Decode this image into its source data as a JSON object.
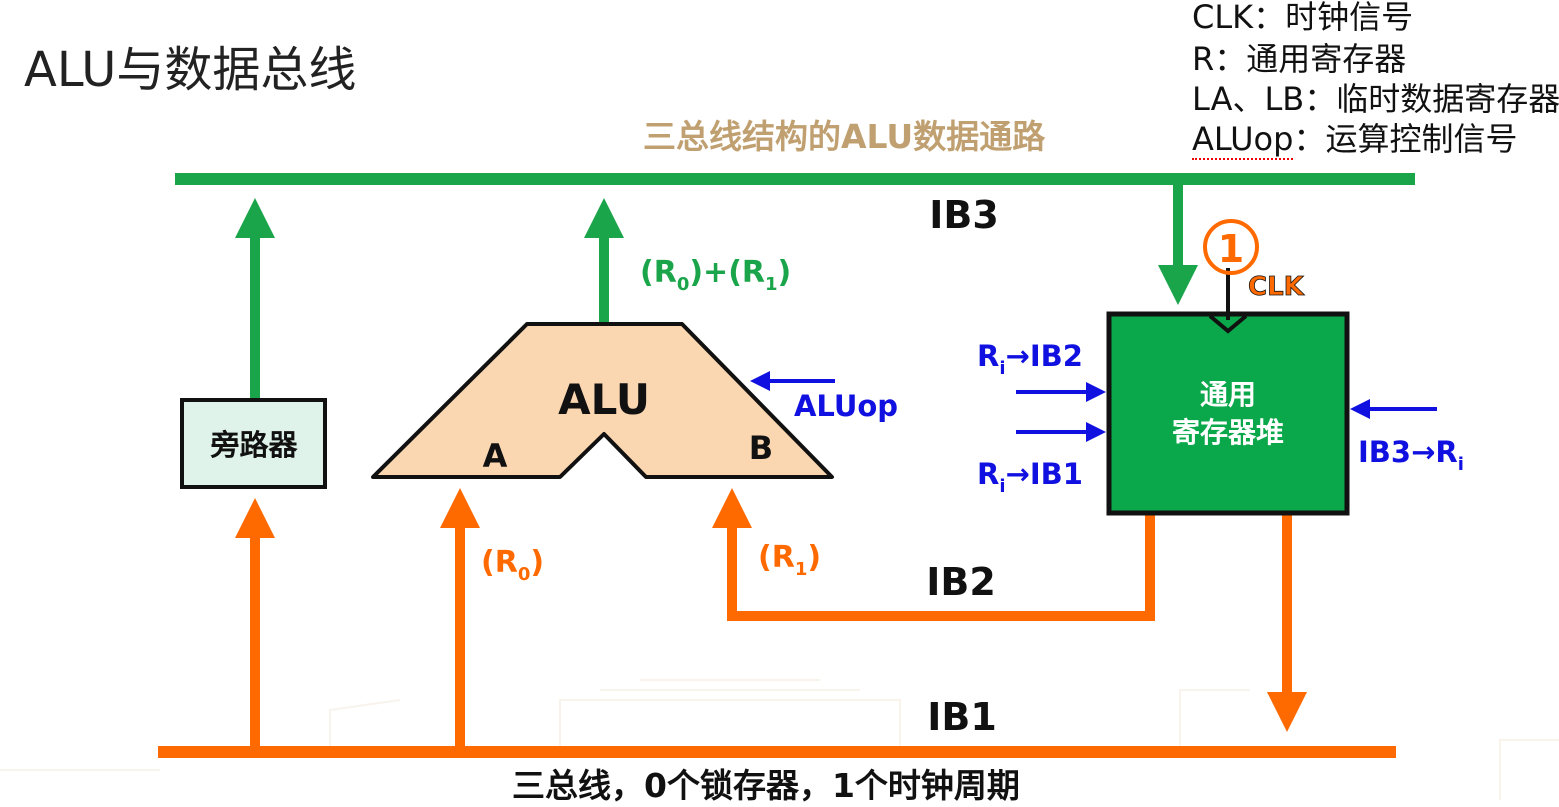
{
  "page_title": "ALU与数据总线",
  "diagram_title": "三总线结构的ALU数据通路",
  "legend": [
    {
      "key": "CLK",
      "sep": "：",
      "desc": "时钟信号"
    },
    {
      "key": "R",
      "sep": "：",
      "desc": "通用寄存器"
    },
    {
      "key": "LA、LB",
      "sep": "：",
      "desc": "临时数据寄存器"
    },
    {
      "key": "ALUop",
      "sep": "：",
      "desc": "运算控制信号"
    }
  ],
  "buses": {
    "ib3": "IB3",
    "ib2": "IB2",
    "ib1": "IB1"
  },
  "bypass": "旁路器",
  "alu": {
    "label": "ALU",
    "port_a": "A",
    "port_b": "B",
    "op": "ALUop"
  },
  "regfile": {
    "line1": "通用",
    "line2": "寄存器堆"
  },
  "signals": {
    "r0": "(R",
    "r0_sub": "0",
    "r0_end": ")",
    "r1": "(R",
    "r1_sub": "1",
    "r1_end": ")",
    "sum_a": "(R",
    "sum_a_sub": "0",
    "sum_plus": ")+(R",
    "sum_b_sub": "1",
    "sum_end": ")",
    "ri_ib2_a": "R",
    "ri_ib2_sub": "i",
    "ri_ib2_b": "→IB2",
    "ri_ib1_a": "R",
    "ri_ib1_sub": "i",
    "ri_ib1_b": "→IB1",
    "ib3_ri_a": "IB3→R",
    "ib3_ri_sub": "i"
  },
  "clock": {
    "step": "1",
    "label": "CLK"
  },
  "footer": "三总线，0个锁存器，1个时钟周期",
  "colors": {
    "green": "#1aa54a",
    "orange": "#ff6a00",
    "blue": "#1010e0",
    "alu_fill": "#fad7b0",
    "bypass_fill": "#dff3ea",
    "regfile_fill": "#0aa84a"
  }
}
